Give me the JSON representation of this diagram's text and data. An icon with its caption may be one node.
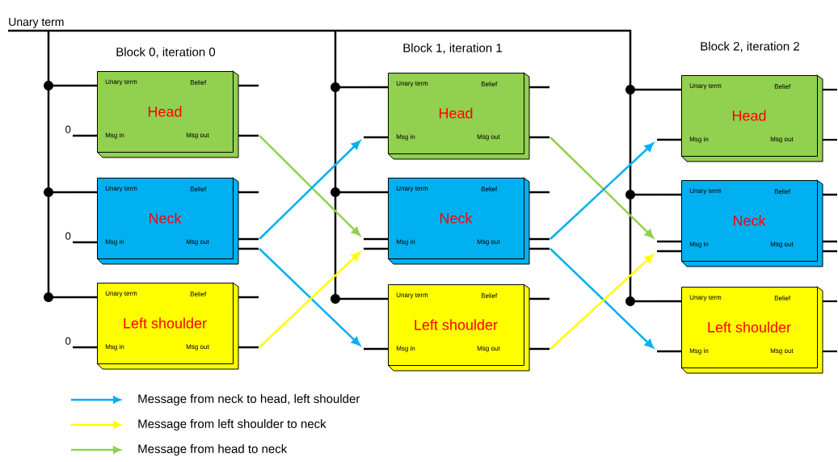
{
  "diagram": {
    "nodes": [
      {
        "text": [
          "Unary term"
        ]
      },
      {
        "text": [
          "Unary term",
          "Belief",
          "Head",
          "Msg in",
          "Msg out"
        ]
      },
      {
        "text": [
          "Unary term",
          "Belief",
          "Neck",
          "Msg in",
          "Msg out"
        ]
      },
      {
        "text": [
          "Unary term",
          "Belief",
          "Left shoulder",
          "Msg in",
          "Msg out"
        ]
      },
      {
        "text": [
          "Unary term",
          "Belief",
          "Head",
          "Msg in",
          "Msg out"
        ]
      },
      {
        "text": [
          "Unary term",
          "Belief",
          "Neck",
          "Msg in",
          "Msg out"
        ]
      },
      {
        "text": [
          "Unary term",
          "Belief",
          "Left shoulder",
          "Msg in",
          "Msg out"
        ]
      },
      {
        "text": [
          "Unary term",
          "Belief",
          "Head",
          "Msg in",
          "Msg out"
        ]
      },
      {
        "text": [
          "Unary term",
          "Belief",
          "Neck",
          "Msg in",
          "Msg out"
        ]
      },
      {
        "text": [
          "Unary term",
          "Belief",
          "Left shoulder",
          "Msg in",
          "Msg out"
        ]
      },
      {
        "text": [
          "0"
        ]
      },
      {
        "text": [
          "0"
        ]
      },
      {
        "text": [
          "0"
        ]
      }
    ],
    "edges": [
      {
        "from": 0,
        "to": 1,
        "arrow": "none"
      },
      {
        "from": 0,
        "to": 2,
        "arrow": "none"
      },
      {
        "from": 0,
        "to": 3,
        "arrow": "none"
      },
      {
        "from": 0,
        "to": 4,
        "arrow": "none"
      },
      {
        "from": 0,
        "to": 5,
        "arrow": "none"
      },
      {
        "from": 0,
        "to": 6,
        "arrow": "none"
      },
      {
        "from": 0,
        "to": 7,
        "arrow": "none"
      },
      {
        "from": 0,
        "to": 8,
        "arrow": "none"
      },
      {
        "from": 0,
        "to": 9,
        "arrow": "none"
      },
      {
        "from": 10,
        "to": 1,
        "arrow": "none"
      },
      {
        "from": 11,
        "to": 2,
        "arrow": "none"
      },
      {
        "from": 12,
        "to": 3,
        "arrow": "none"
      },
      {
        "from": 1,
        "to": 5,
        "arrow": "to",
        "color": "#92d050"
      },
      {
        "from": 2,
        "to": 4,
        "arrow": "to",
        "color": "#00b0f0"
      },
      {
        "from": 2,
        "to": 6,
        "arrow": "to",
        "color": "#00b0f0"
      },
      {
        "from": 3,
        "to": 5,
        "arrow": "to",
        "color": "#ffff00"
      },
      {
        "from": 4,
        "to": 8,
        "arrow": "to",
        "color": "#92d050"
      },
      {
        "from": 5,
        "to": 7,
        "arrow": "to",
        "color": "#00b0f0"
      },
      {
        "from": 5,
        "to": 9,
        "arrow": "to",
        "color": "#00b0f0"
      },
      {
        "from": 6,
        "to": 8,
        "arrow": "to",
        "color": "#ffff00"
      }
    ],
    "labels": [
      "Block 0, iteration 0",
      "Block 1, iteration 1",
      "Block 2, iteration 2"
    ],
    "legend": [
      {
        "text": "Message from neck to head, left shoulder",
        "color": "#00b0f0"
      },
      {
        "text": "Message from left shoulder to neck",
        "color": "#ffff00"
      },
      {
        "text": "Message from head to neck",
        "color": "#92d050"
      }
    ]
  }
}
